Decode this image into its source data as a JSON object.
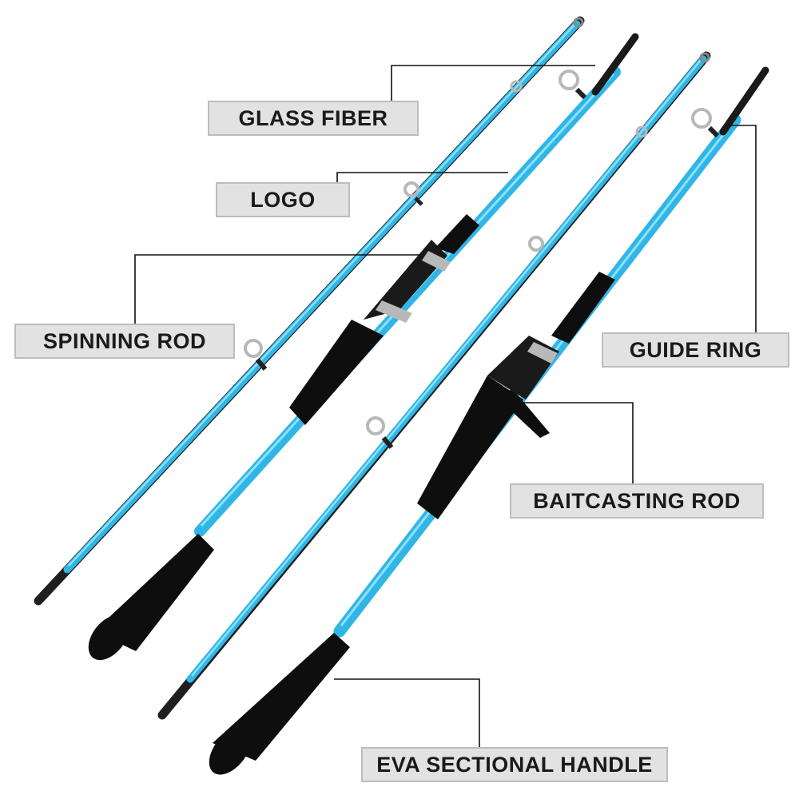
{
  "labels": {
    "glass_fiber": "GLASS FIBER",
    "logo": "LOGO",
    "spinning_rod": "SPINNING ROD",
    "guide_ring": "GUIDE RING",
    "baitcasting_rod": "BAITCASTING ROD",
    "eva_handle": "EVA SECTIONAL HANDLE"
  },
  "colors": {
    "blank": "#2fb6e6",
    "blank_light": "#8fe0fb",
    "foam": "#0e0e0e",
    "metal": "#b8b8b8",
    "label_bg": "#e2e2e2",
    "leader_line": "#111111"
  },
  "icons": [
    "fishing-rod-illustration",
    "guide-ring-icon",
    "eva-grip-icon",
    "reel-seat-icon"
  ]
}
